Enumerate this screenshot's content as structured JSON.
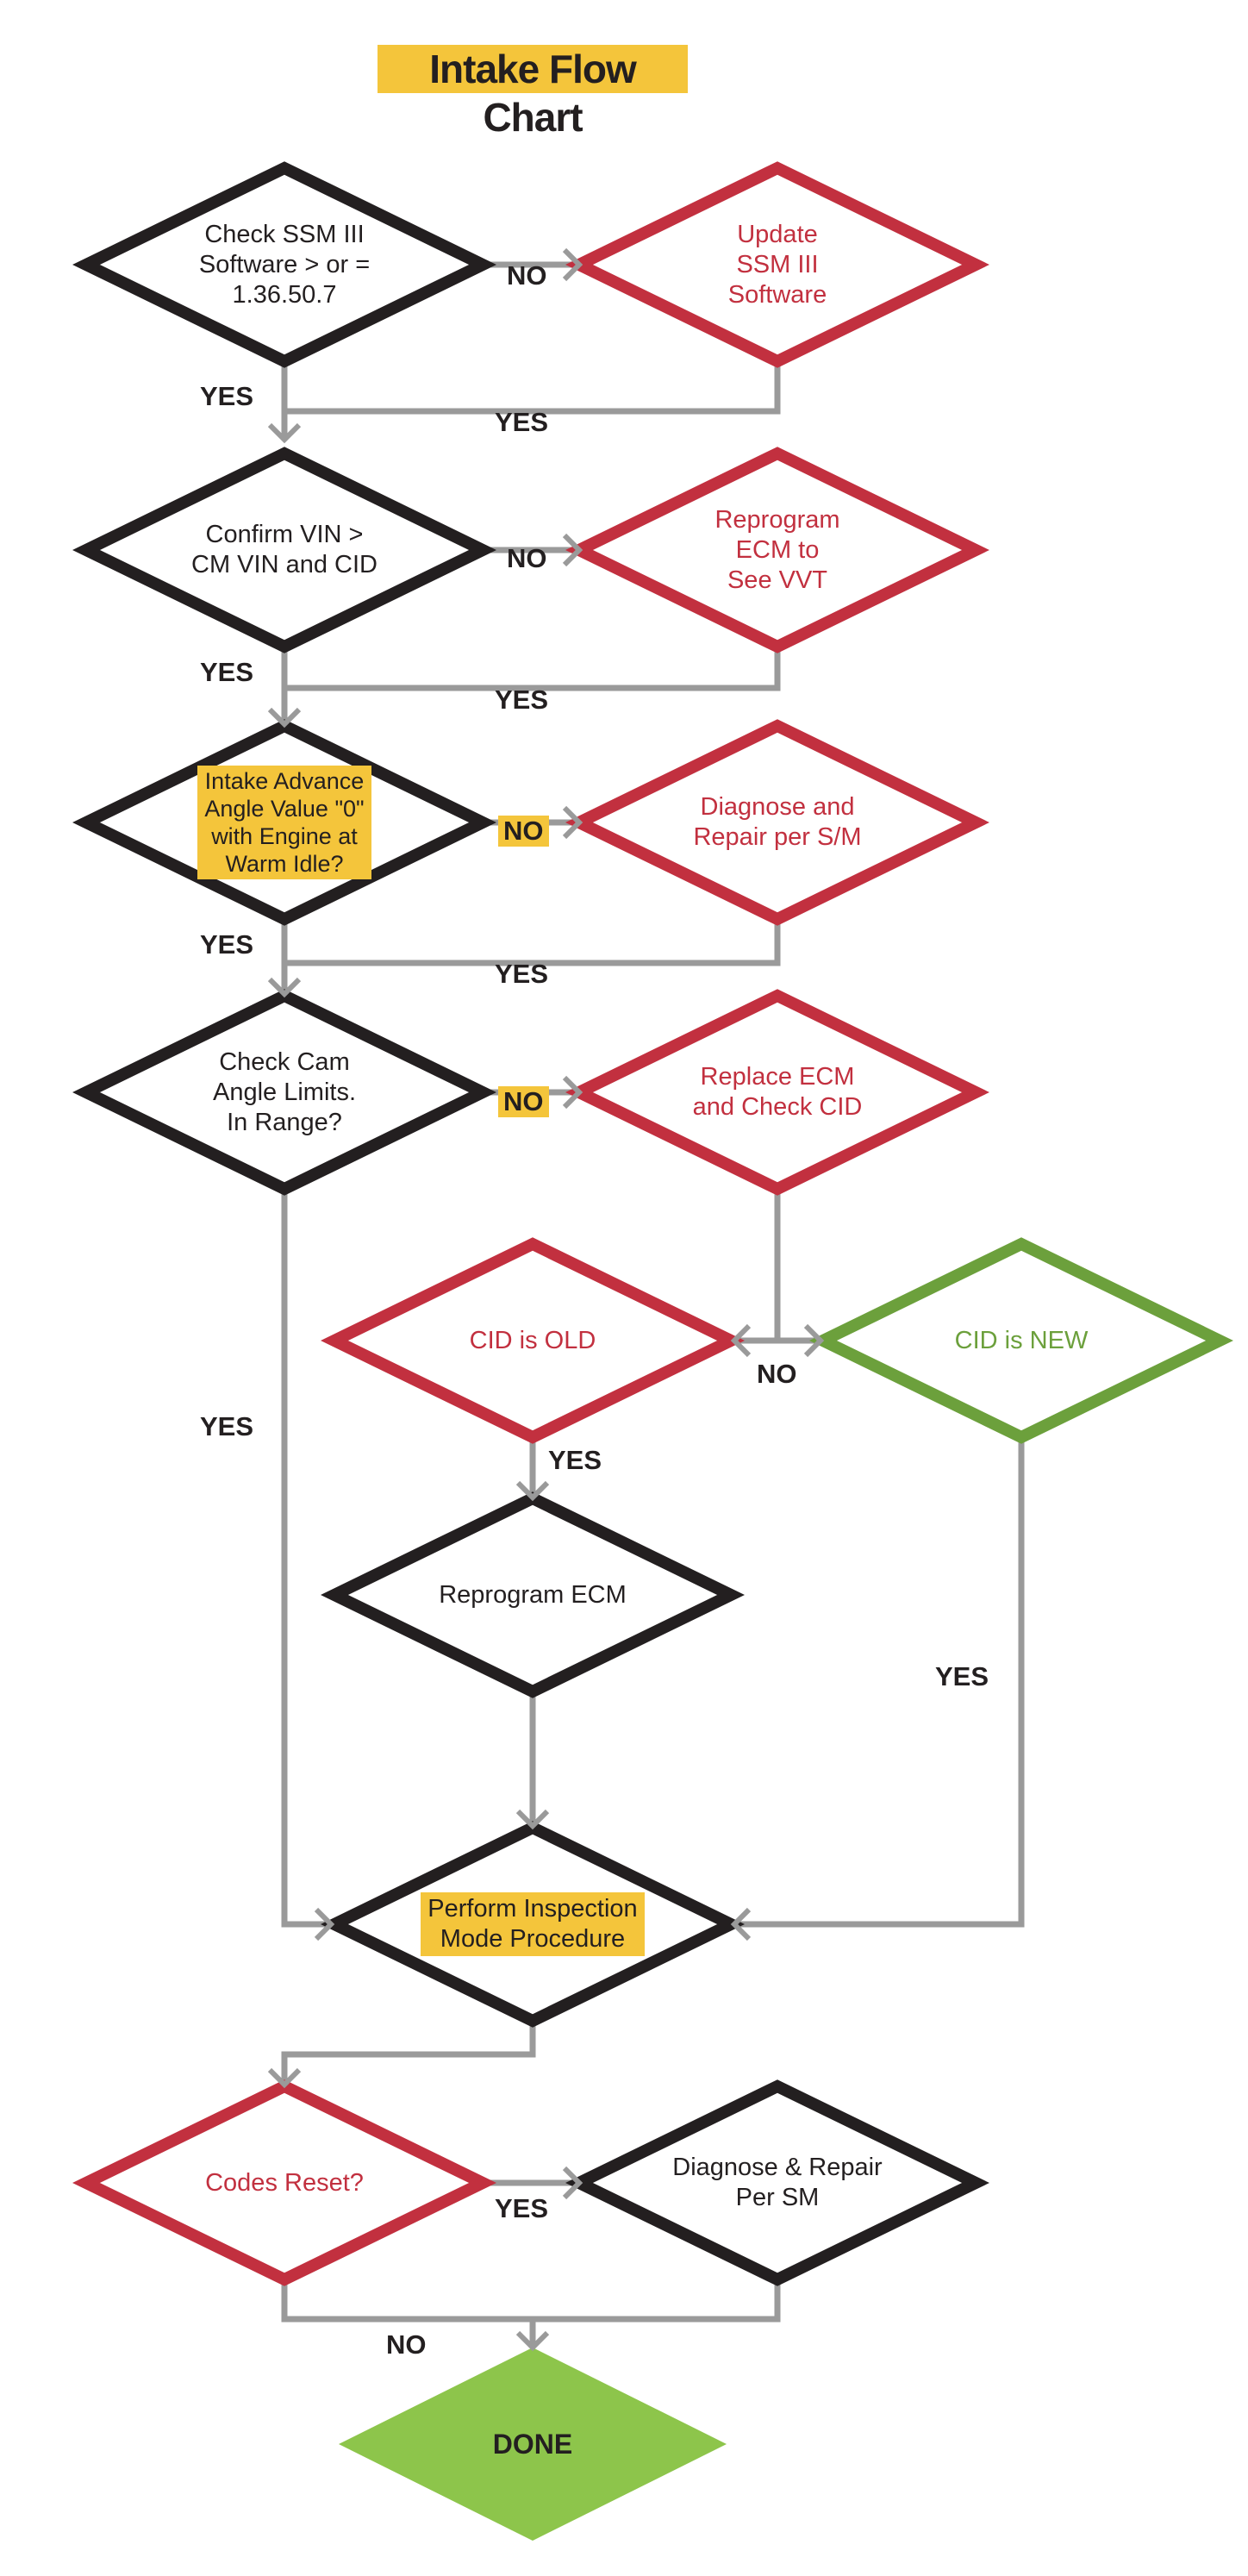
{
  "title": "Intake Flow Chart",
  "colors": {
    "black": "#231f20",
    "red": "#c2303f",
    "green": "#6ca03c",
    "done_fill": "#8dc54b",
    "highlight": "#f4c53b",
    "connector": "#9a9a9a"
  },
  "nodes": {
    "check_ssm": "Check SSM III\nSoftware > or =\n1.36.50.7",
    "update_ssm": "Update\nSSM III\nSoftware",
    "confirm_vin": "Confirm VIN >\nCM VIN and CID",
    "reprogram_vvt": "Reprogram\nECM to\nSee VVT",
    "intake_advance": "Intake Advance\nAngle Value \"0\"\nwith Engine at\nWarm Idle?",
    "diagnose_sm": "Diagnose and\nRepair per S/M",
    "check_cam": "Check Cam\nAngle Limits.\nIn Range?",
    "replace_ecm": "Replace ECM\nand Check CID",
    "cid_old": "CID is OLD",
    "cid_new": "CID is NEW",
    "reprogram_ecm": "Reprogram ECM",
    "inspection": "Perform Inspection\nMode Procedure",
    "codes_reset": "Codes Reset?",
    "diagnose_repair": "Diagnose & Repair\nPer SM",
    "done": "DONE"
  },
  "labels": {
    "no_1": "NO",
    "yes_1a": "YES",
    "yes_1b": "YES",
    "no_2": "NO",
    "yes_2a": "YES",
    "yes_2b": "YES",
    "no_3": "NO",
    "yes_3a": "YES",
    "yes_3b": "YES",
    "no_4": "NO",
    "yes_4": "YES",
    "no_cid": "NO",
    "yes_cid_old": "YES",
    "yes_cid_new": "YES",
    "yes_codes": "YES",
    "no_codes": "NO"
  }
}
